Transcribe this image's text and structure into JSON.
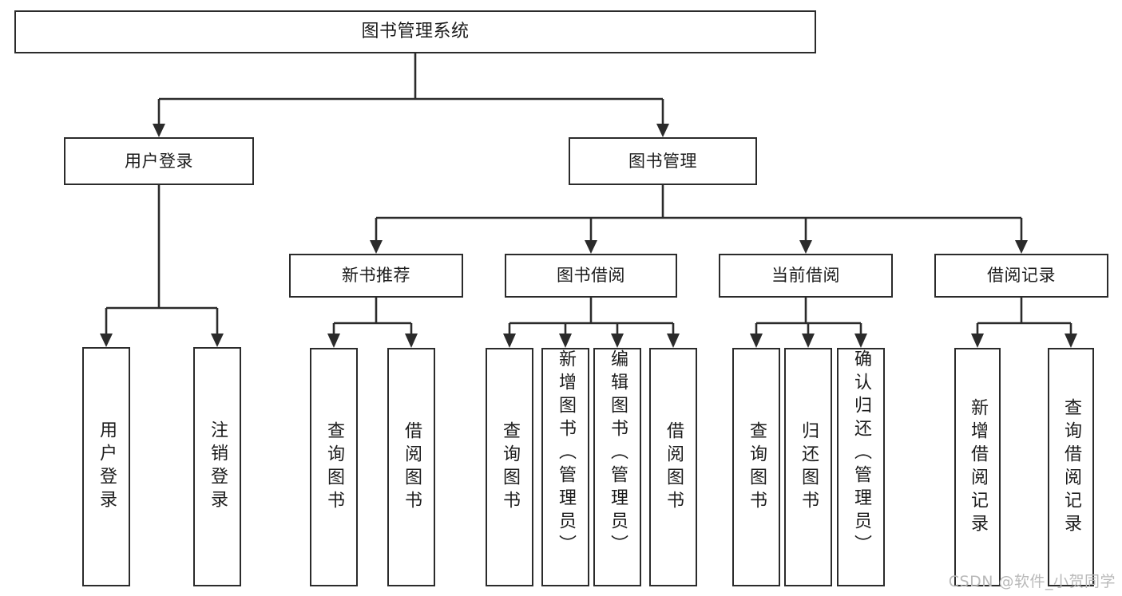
{
  "diagram": {
    "title": "图书管理系统",
    "type": "tree",
    "orientation": "top-down",
    "colors": {
      "background": "#ffffff",
      "stroke": "#2b2b2b",
      "text": "#1c1c1c",
      "watermark": "#b9b9b9"
    },
    "nodes": {
      "root": {
        "label": "图书管理系统",
        "level": 1
      },
      "level2": [
        {
          "id": "user-login",
          "label": "用户登录",
          "level": 2
        },
        {
          "id": "book-management",
          "label": "图书管理",
          "level": 2
        }
      ],
      "level3": [
        {
          "id": "new-book-recommend",
          "label": "新书推荐",
          "level": 3,
          "parent": "book-management"
        },
        {
          "id": "book-borrow",
          "label": "图书借阅",
          "level": 3,
          "parent": "book-management"
        },
        {
          "id": "current-borrow",
          "label": "当前借阅",
          "level": 3,
          "parent": "book-management"
        },
        {
          "id": "borrow-record",
          "label": "借阅记录",
          "level": 3,
          "parent": "book-management"
        }
      ],
      "leaves": [
        {
          "id": "leaf-user-login",
          "label": "用户登录",
          "parent": "user-login"
        },
        {
          "id": "leaf-logout",
          "label": "注销登录",
          "parent": "user-login"
        },
        {
          "id": "leaf-query-book-1",
          "label": "查询图书",
          "parent": "new-book-recommend"
        },
        {
          "id": "leaf-borrow-book-1",
          "label": "借阅图书",
          "parent": "new-book-recommend"
        },
        {
          "id": "leaf-query-book-2",
          "label": "查询图书",
          "parent": "book-borrow"
        },
        {
          "id": "leaf-add-book",
          "label": "新增图书（管理员）",
          "parent": "book-borrow"
        },
        {
          "id": "leaf-edit-book",
          "label": "编辑图书（管理员）",
          "parent": "book-borrow"
        },
        {
          "id": "leaf-borrow-book-2",
          "label": "借阅图书",
          "parent": "book-borrow"
        },
        {
          "id": "leaf-query-book-3",
          "label": "查询图书",
          "parent": "current-borrow"
        },
        {
          "id": "leaf-return-book",
          "label": "归还图书",
          "parent": "current-borrow"
        },
        {
          "id": "leaf-confirm-return",
          "label": "确认归还（管理员）",
          "parent": "current-borrow"
        },
        {
          "id": "leaf-add-record",
          "label": "新增借阅记录",
          "parent": "borrow-record"
        },
        {
          "id": "leaf-query-record",
          "label": "查询借阅记录",
          "parent": "borrow-record"
        }
      ]
    },
    "watermark": "CSDN @软件_小贺同学"
  }
}
